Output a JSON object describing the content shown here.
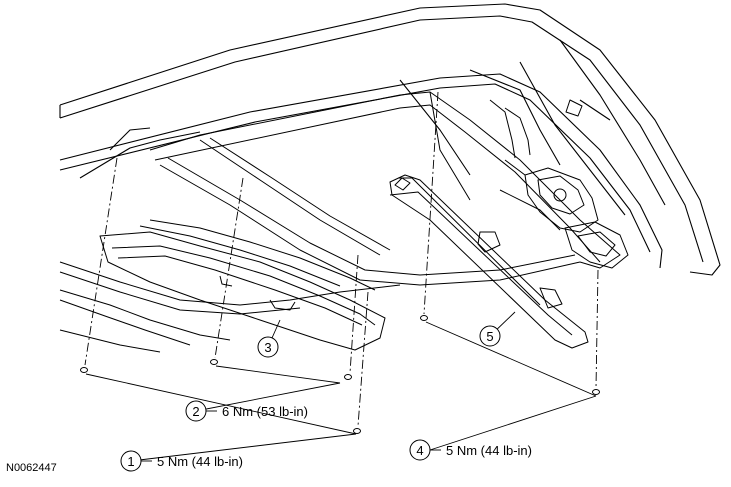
{
  "figure_id": "N0062447",
  "callouts": [
    {
      "number": "1",
      "torque": "5 Nm (44 lb-in)"
    },
    {
      "number": "2",
      "torque": "6 Nm (53 lb-in)"
    },
    {
      "number": "3"
    },
    {
      "number": "4",
      "torque": "5 Nm (44 lb-in)"
    },
    {
      "number": "5"
    }
  ]
}
